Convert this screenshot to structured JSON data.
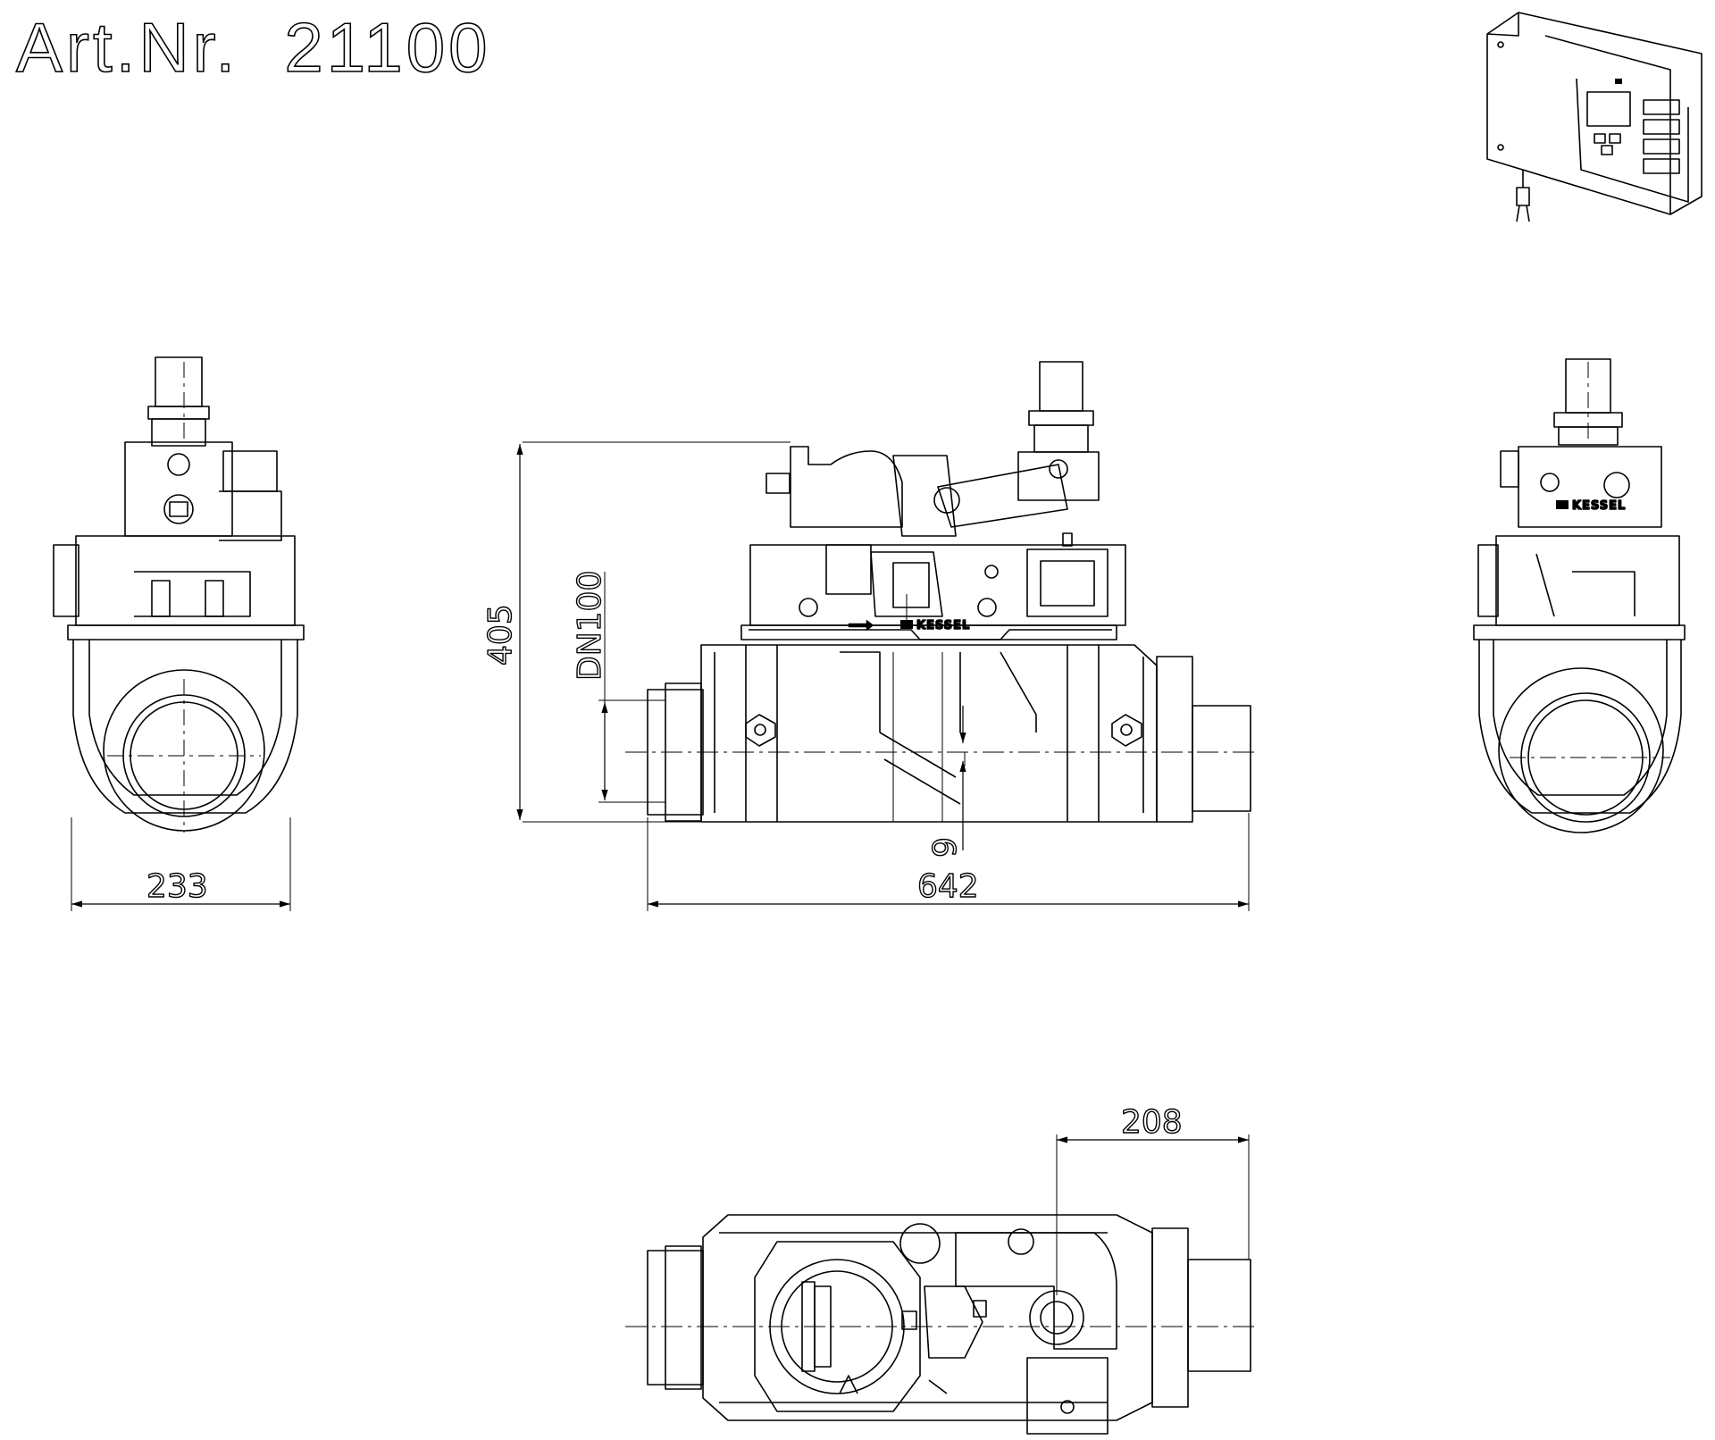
{
  "title": "Art.Nr.  21100",
  "dimensions": {
    "width_front": "233",
    "length_side": "642",
    "height_side": "405",
    "nominal_diameter": "DN100",
    "offset": "9",
    "top_offset": "208"
  },
  "brand": "KESSEL"
}
